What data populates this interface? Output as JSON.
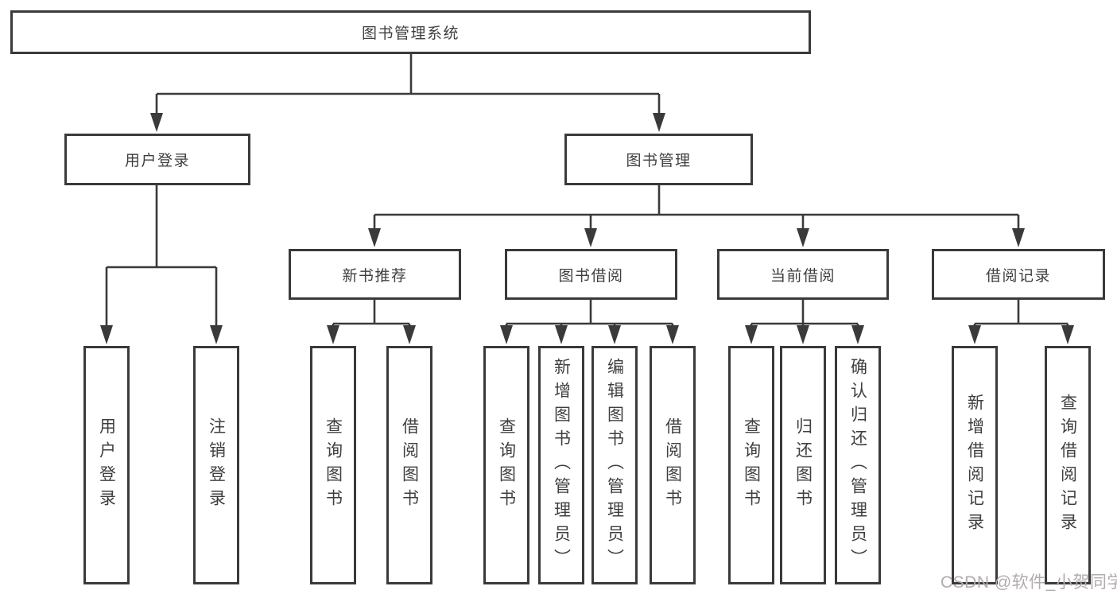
{
  "diagram": {
    "root": {
      "label": "图书管理系统"
    },
    "level2": [
      {
        "label": "用户登录"
      },
      {
        "label": "图书管理"
      }
    ],
    "level3": [
      {
        "label": "新书推荐"
      },
      {
        "label": "图书借阅"
      },
      {
        "label": "当前借阅"
      },
      {
        "label": "借阅记录"
      }
    ],
    "leaves": {
      "user_login": [
        {
          "label": "用户登录"
        },
        {
          "label": "注销登录"
        }
      ],
      "new_book_rec": [
        {
          "label": "查询图书"
        },
        {
          "label": "借阅图书"
        }
      ],
      "book_borrow": [
        {
          "label": "查询图书"
        },
        {
          "label": "新增图书（管理员）"
        },
        {
          "label": "编辑图书（管理员）"
        },
        {
          "label": "借阅图书"
        }
      ],
      "current_borrow": [
        {
          "label": "查询图书"
        },
        {
          "label": "归还图书"
        },
        {
          "label": "确认归还（管理员）"
        }
      ],
      "borrow_records": [
        {
          "label": "新增借阅记录"
        },
        {
          "label": "查询借阅记录"
        }
      ]
    },
    "colors": {
      "line": "#3a3a3a",
      "box_border": "#3a3a3a",
      "text": "#3f3f3f",
      "background": "#ffffff",
      "watermark": "#b3abab"
    }
  },
  "watermark": {
    "text": "CSDN @软件_小贺同学"
  }
}
